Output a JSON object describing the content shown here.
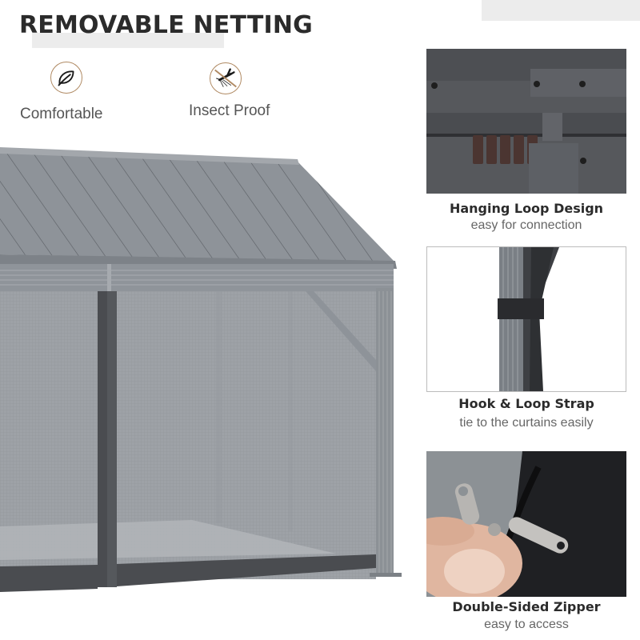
{
  "header": {
    "title": "REMOVABLE NETTING"
  },
  "features": [
    {
      "label": "Comfortable",
      "icon": "leaf-icon"
    },
    {
      "label": "Insect Proof",
      "icon": "no-mosquito-icon"
    }
  ],
  "main_image": {
    "subject": "gazebo with mesh netting"
  },
  "details": [
    {
      "title": "Hanging Loop Design",
      "subtitle": "easy for connection",
      "image": "hanging-hooks-photo"
    },
    {
      "title": "Hook & Loop Strap",
      "subtitle": "tie to the curtains easily",
      "image": "strap-on-post-photo"
    },
    {
      "title": "Double-Sided Zipper",
      "subtitle": "easy to access",
      "image": "zipper-photo"
    }
  ],
  "colors": {
    "title_text": "#2b2b2b",
    "icon_ring": "#b08a63",
    "roof": "#8e9399",
    "frame": "#7f858b",
    "netting": "#9ea2a7",
    "netting_trim": "#4a4c50",
    "accent_bar": "#ececec"
  }
}
